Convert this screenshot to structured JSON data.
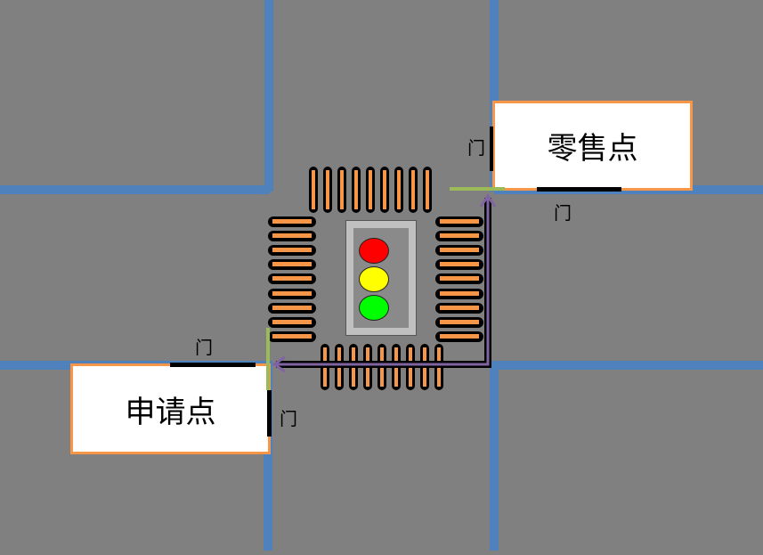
{
  "diagram": {
    "title": "",
    "colors": {
      "background": "#808080",
      "road": "#4F81BD",
      "box_border": "#F79646",
      "crosswalk": "#F79646",
      "path_arrow": "#8064A2",
      "door_segment_green": "#9BBB59",
      "door_segment_black": "#000000"
    },
    "nodes": [
      {
        "id": "retail",
        "label": "零售点"
      },
      {
        "id": "apply",
        "label": "申请点"
      }
    ],
    "door_labels": {
      "retail_left": "门",
      "retail_bottom": "门",
      "apply_top": "门",
      "apply_right": "门"
    },
    "traffic_light": {
      "lamps": [
        {
          "name": "red",
          "color": "#FF0000"
        },
        {
          "name": "yellow",
          "color": "#FFFF00"
        },
        {
          "name": "green",
          "color": "#00FF00"
        }
      ]
    },
    "path": {
      "from": "retail",
      "to": "apply",
      "description": "purple arrow route from retail point door down and left to application point door"
    }
  }
}
